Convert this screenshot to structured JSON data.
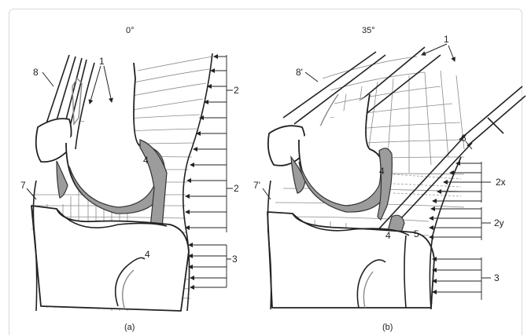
{
  "panels": [
    {
      "angle": "0°",
      "caption": "(a)",
      "labels": {
        "n1": "1",
        "n2a": "2",
        "n2b": "2",
        "n3": "3",
        "n4a": "4",
        "n4b": "4",
        "n7": "7",
        "n8": "8"
      }
    },
    {
      "angle": "35°",
      "caption": "(b)",
      "labels": {
        "n1": "1",
        "n2x": "2x",
        "n2y": "2y",
        "n3": "3",
        "n4a": "4",
        "n4b": "4",
        "n5": "5",
        "n6": "6",
        "n7": "7'",
        "n8": "8'"
      }
    }
  ],
  "colors": {
    "cartilage": "#9c9c9c",
    "mesh": "#8a8a8a",
    "outline": "#222222"
  }
}
